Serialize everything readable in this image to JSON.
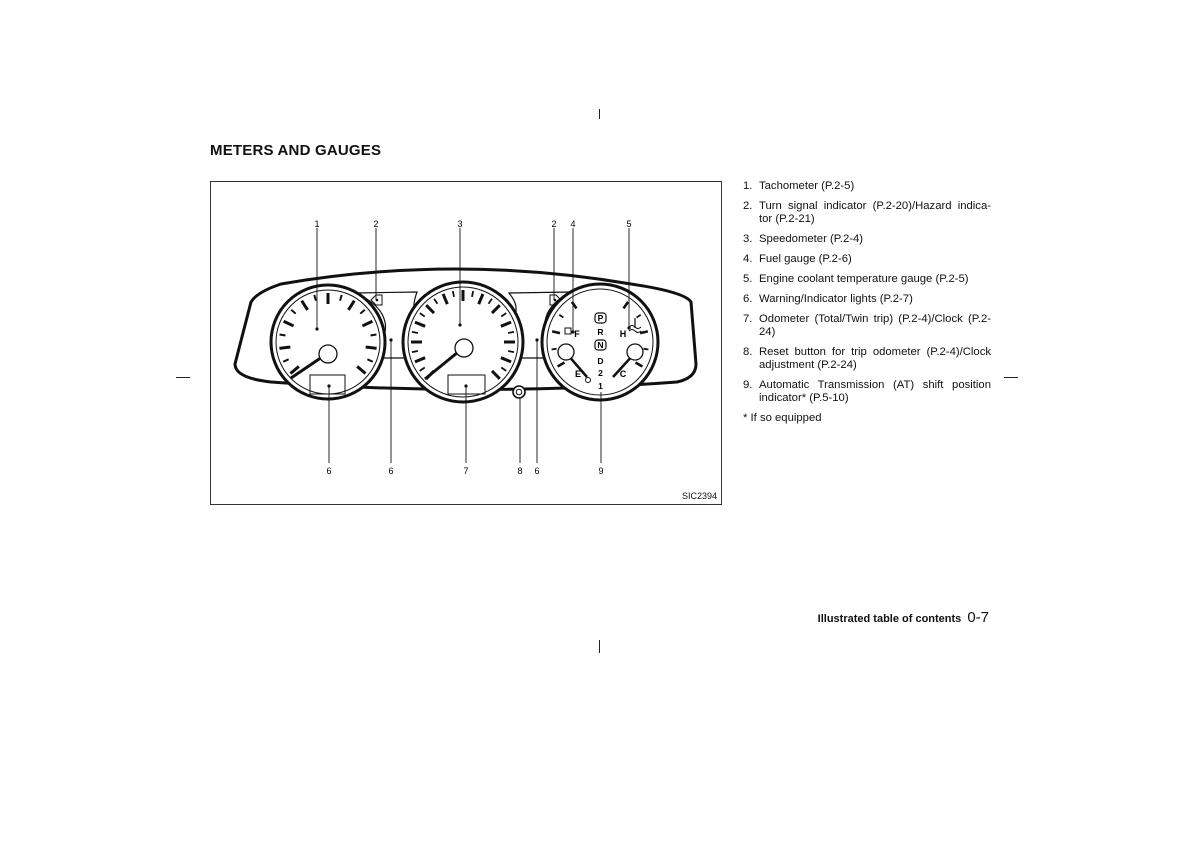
{
  "page": {
    "section_title": "METERS AND GAUGES",
    "footer_section": "Illustrated table of contents",
    "footer_page": "0-7"
  },
  "figure": {
    "code": "SIC2394",
    "top_callouts": [
      "1",
      "2",
      "3",
      "2",
      "4",
      "5"
    ],
    "bottom_callouts": [
      "6",
      "6",
      "7",
      "8",
      "6",
      "9"
    ],
    "fuel_labels": {
      "full": "F",
      "empty": "E"
    },
    "temp_labels": {
      "hot": "H",
      "cold": "C"
    },
    "shift_positions": [
      "P",
      "R",
      "N",
      "D",
      "2",
      "1"
    ]
  },
  "legend": {
    "items": [
      {
        "num": "1.",
        "text": "Tachometer (P.2-5)"
      },
      {
        "num": "2.",
        "text": "Turn signal indicator (P.2-20)/Hazard indica-tor (P.2-21)"
      },
      {
        "num": "3.",
        "text": "Speedometer (P.2-4)"
      },
      {
        "num": "4.",
        "text": "Fuel gauge (P.2-6)"
      },
      {
        "num": "5.",
        "text": "Engine coolant temperature gauge (P.2-5)"
      },
      {
        "num": "6.",
        "text": "Warning/Indicator lights (P.2-7)"
      },
      {
        "num": "7.",
        "text": "Odometer (Total/Twin trip) (P.2-4)/Clock (P.2-24)"
      },
      {
        "num": "8.",
        "text": "Reset button for trip odometer (P.2-4)/Clock adjustment (P.2-24)"
      },
      {
        "num": "9.",
        "text": "Automatic Transmission (AT) shift position indicator* (P.5-10)"
      }
    ],
    "note": "* If so equipped"
  }
}
